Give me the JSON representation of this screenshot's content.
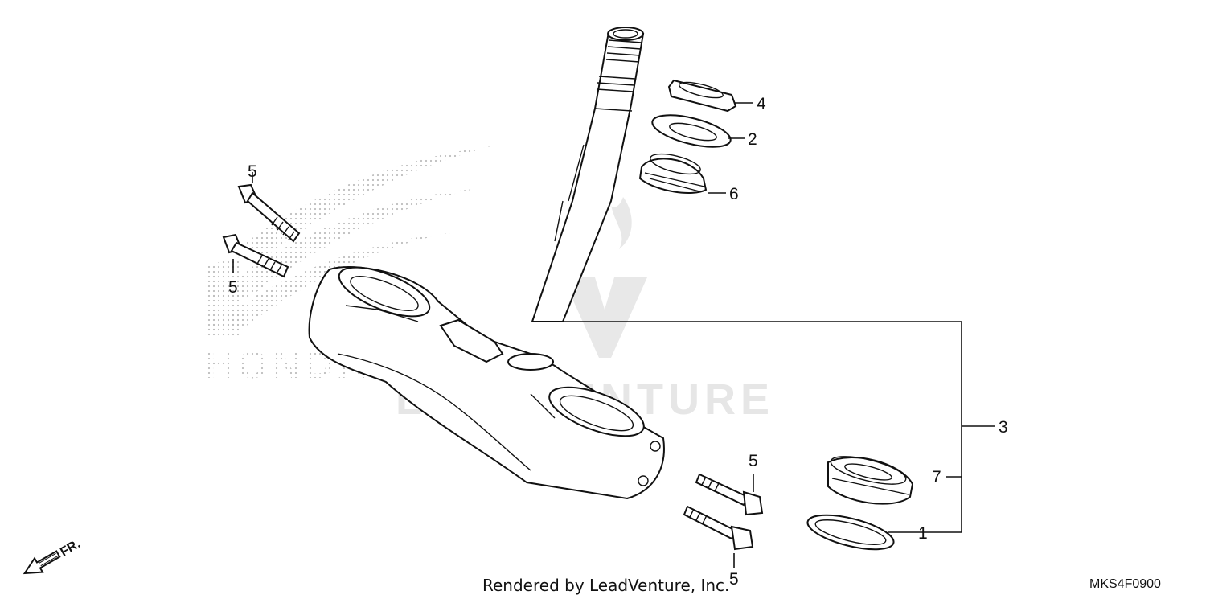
{
  "watermark": {
    "text": "LEADVENTURE",
    "brand_text": "HONDA"
  },
  "callouts": {
    "c1": "1",
    "c2": "2",
    "c3": "3",
    "c4": "4",
    "c5a": "5",
    "c5b": "5",
    "c5c": "5",
    "c5d": "5",
    "c6": "6",
    "c7": "7"
  },
  "direction": {
    "label": "FR."
  },
  "footer": {
    "rendered_by": "Rendered by LeadVenture, Inc.",
    "diagram_code": "MKS4F0900"
  },
  "colors": {
    "line": "#111111",
    "watermark": "#e6e6e6",
    "dots": "#c8c8c8"
  }
}
